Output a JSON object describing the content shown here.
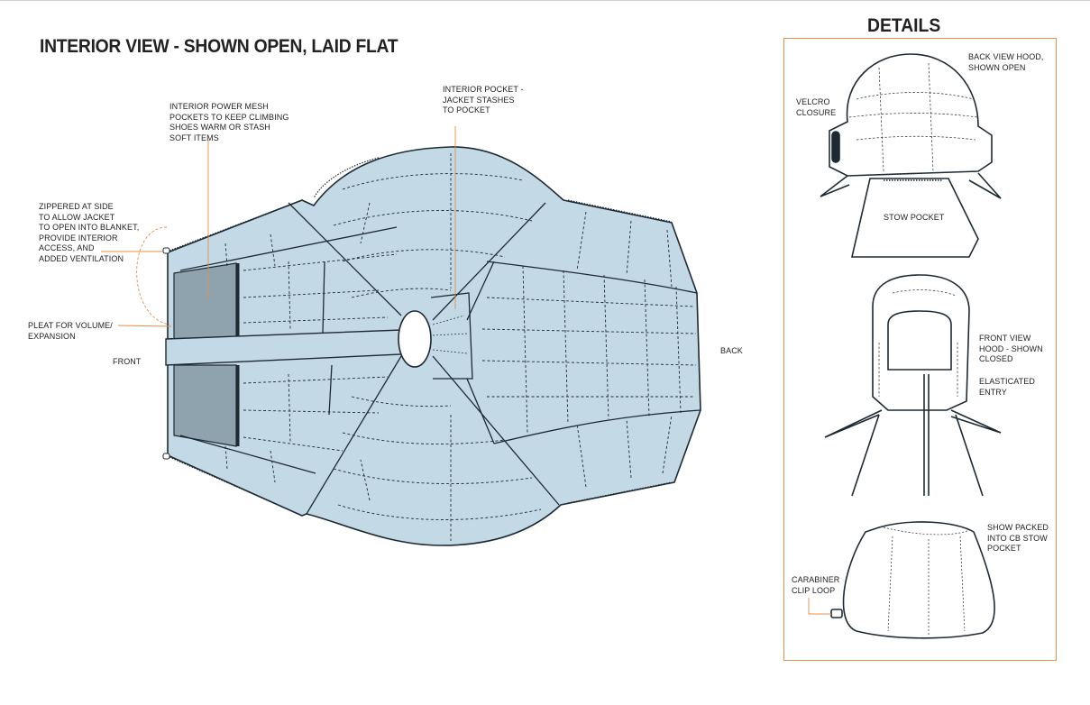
{
  "title": "INTERIOR VIEW - SHOWN OPEN, LAID FLAT",
  "details": {
    "title": "DETAILS",
    "labels": {
      "back_view_hood": "BACK VIEW HOOD,\nSHOWN OPEN",
      "velcro": "VELCRO\nCLOSURE",
      "stow_pocket": "STOW POCKET",
      "front_view_hood": "FRONT VIEW\nHOOD - SHOWN\nCLOSED",
      "elasticated": "ELASTICATED\nENTRY",
      "packed": "SHOW PACKED\nINTO CB STOW\nPOCKET",
      "carabiner": "CARABINER\nCLIP LOOP"
    }
  },
  "callouts": {
    "power_mesh": "INTERIOR POWER MESH\nPOCKETS TO KEEP CLIMBING\nSHOES WARM OR STASH\nSOFT ITEMS",
    "interior_pocket": "INTERIOR POCKET -\nJACKET STASHES\nTO POCKET",
    "zippered": "ZIPPERED AT SIDE\nTO ALLOW JACKET\nTO OPEN INTO BLANKET,\nPROVIDE INTERIOR\nACCESS, AND\nADDED VENTILATION",
    "pleat": "PLEAT FOR VOLUME/\nEXPANSION",
    "front": "FRONT",
    "back": "BACK"
  },
  "colors": {
    "fabric": "#c3d9e6",
    "mesh": "#8fa3ae",
    "callout_line": "#e0904a",
    "outline": "#1e2a33"
  }
}
